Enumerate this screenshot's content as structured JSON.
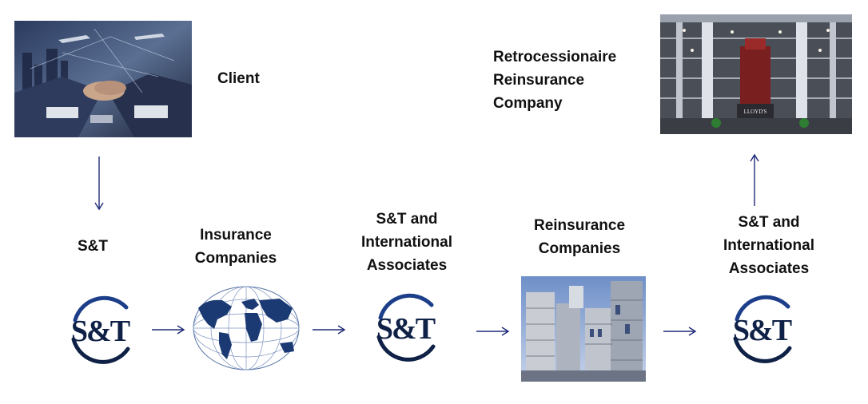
{
  "nodes": {
    "client": "Client",
    "retro": [
      "Retrocessionaire",
      "Reinsurance",
      "Company"
    ],
    "st": "S&T",
    "insurance": [
      "Insurance",
      "Companies"
    ],
    "st_intl_1": [
      "S&T and",
      "International",
      "Associates"
    ],
    "reinsurance": [
      "Reinsurance",
      "Companies"
    ],
    "st_intl_2": [
      "S&T and",
      "International",
      "Associates"
    ]
  },
  "logo_text": "S&T",
  "photo_labels": {
    "lloyds": "LLOYD'S"
  },
  "colors": {
    "arrow": "#1e2a78",
    "logo_navy": "#0f2146",
    "globe": "#1b3a73"
  }
}
